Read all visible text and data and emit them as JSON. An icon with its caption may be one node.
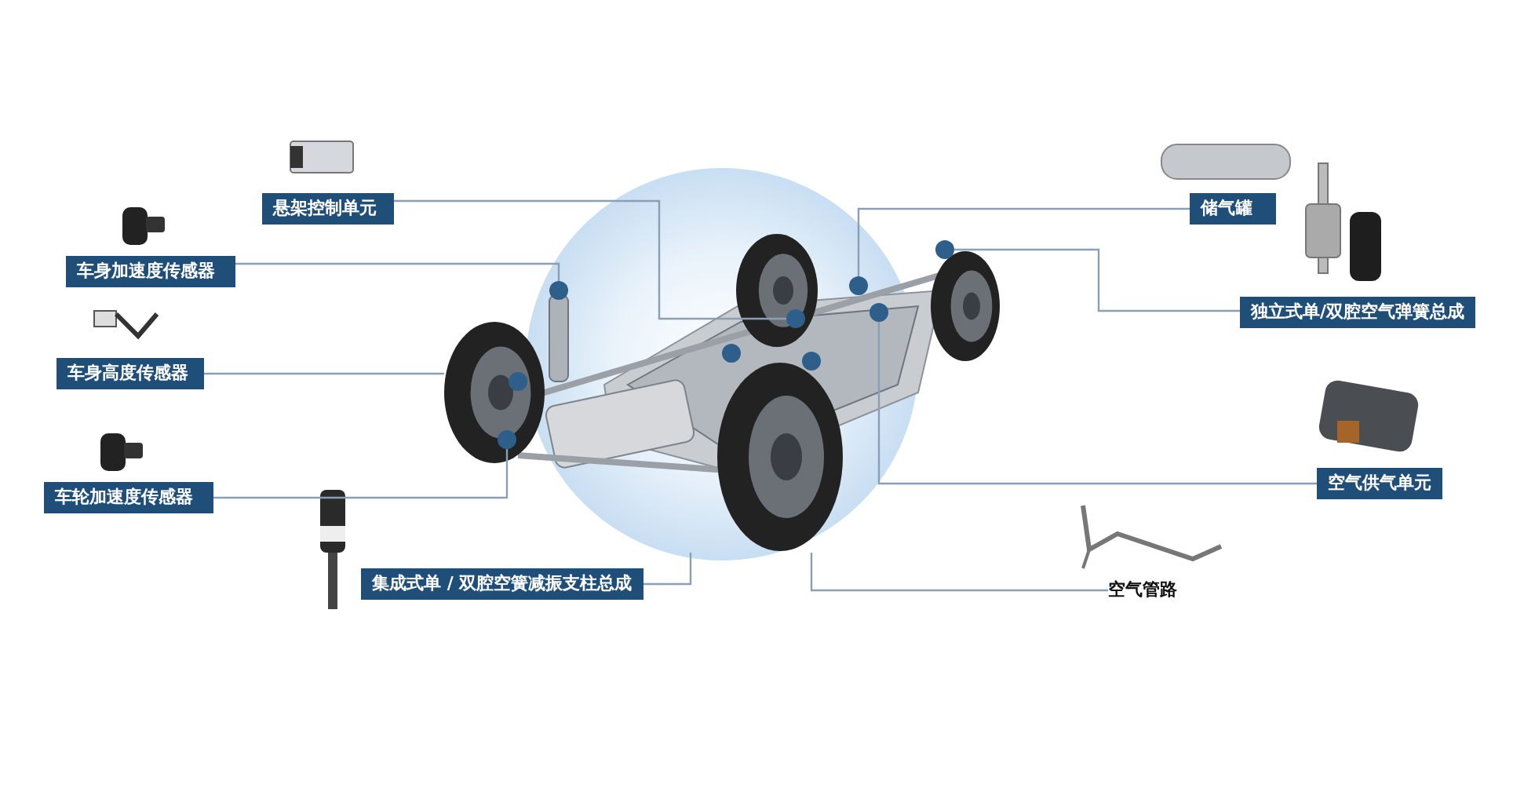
{
  "diagram": {
    "nodes": [
      {
        "text": [
          "悬架控制单元"
        ]
      },
      {
        "text": [
          "车身加速度传感器"
        ]
      },
      {
        "text": [
          "车身高度传感器"
        ]
      },
      {
        "text": [
          "车轮加速度传感器"
        ]
      },
      {
        "text": [
          "集成式单 / 双腔空簧减振支柱总成"
        ]
      },
      {
        "text": [
          "储气罐"
        ]
      },
      {
        "text": [
          "独立式单/双腔空气弹簧总成"
        ]
      },
      {
        "text": [
          "空气供气单元"
        ]
      },
      {
        "text": [
          "空气管路"
        ]
      },
      {
        "text": [],
        "shape": "picture"
      },
      {
        "text": [],
        "shape": "circle",
        "in": 9
      },
      {
        "text": [],
        "shape": "circle",
        "in": 9
      },
      {
        "text": [],
        "shape": "circle",
        "in": 9
      },
      {
        "text": [],
        "shape": "circle",
        "in": 9
      },
      {
        "text": [],
        "shape": "circle",
        "in": 9
      },
      {
        "text": [],
        "shape": "circle",
        "in": 9
      }
    ],
    "edges": [
      {
        "from": 0,
        "to": 11,
        "arrow": "none"
      },
      {
        "from": 1,
        "to": 10,
        "arrow": "none"
      },
      {
        "from": 2,
        "to": 9,
        "arrow": "none"
      },
      {
        "from": 3,
        "to": 12,
        "arrow": "none"
      },
      {
        "from": 4,
        "to": 9,
        "arrow": "none"
      },
      {
        "from": 5,
        "to": 13,
        "arrow": "none"
      },
      {
        "from": 6,
        "to": 14,
        "arrow": "none"
      },
      {
        "from": 7,
        "to": 15,
        "arrow": "none"
      },
      {
        "from": 8,
        "to": 9,
        "arrow": "none"
      }
    ]
  }
}
